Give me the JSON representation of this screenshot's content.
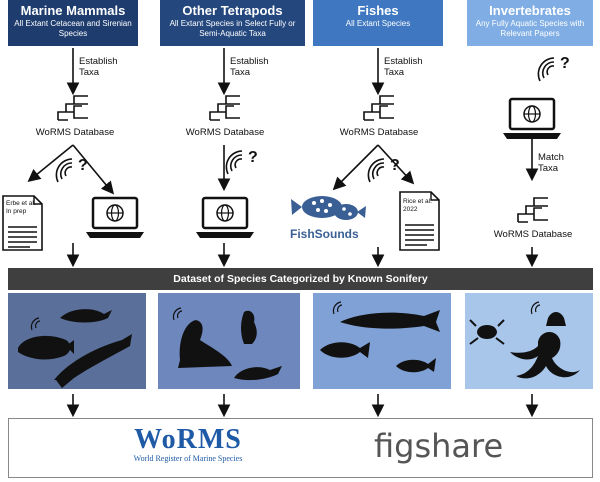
{
  "columns": [
    {
      "title": "Marine Mammals",
      "subtitle": "All Extant Cetacean and Sirenian Species",
      "color": "#1e3d6e"
    },
    {
      "title": "Other Tetrapods",
      "subtitle": "All Extant Species in Select Fully or Semi-Aquatic Taxa",
      "color": "#24477e"
    },
    {
      "title": "Fishes",
      "subtitle": "All Extant Species",
      "color": "#3f78c0"
    },
    {
      "title": "Invertebrates",
      "subtitle": "Any Fully Aquatic Species with Relevant Papers",
      "color": "#80aee4"
    }
  ],
  "steps": {
    "establish_taxa": "Establish Taxa",
    "match_taxa": "Match Taxa",
    "worms_database": "WoRMS Database",
    "unknown": "?"
  },
  "references": {
    "erbe": "Erbe et al. In prep",
    "rice": "Rice et al. 2022"
  },
  "fishsounds_label": "FishSounds",
  "dataset_bar": "Dataset of Species Categorized by Known Sonifery",
  "worms_logo": {
    "main": "WoRMS",
    "sub": "World Register of Marine Species"
  },
  "figshare_logo": "figshare",
  "colors": {
    "panel_mammals": "#5a6f99",
    "panel_tetrapods": "#6e87bd",
    "panel_fishes": "#7fa1d6",
    "panel_inverts": "#a8c5ea",
    "silhouette": "#111111"
  }
}
